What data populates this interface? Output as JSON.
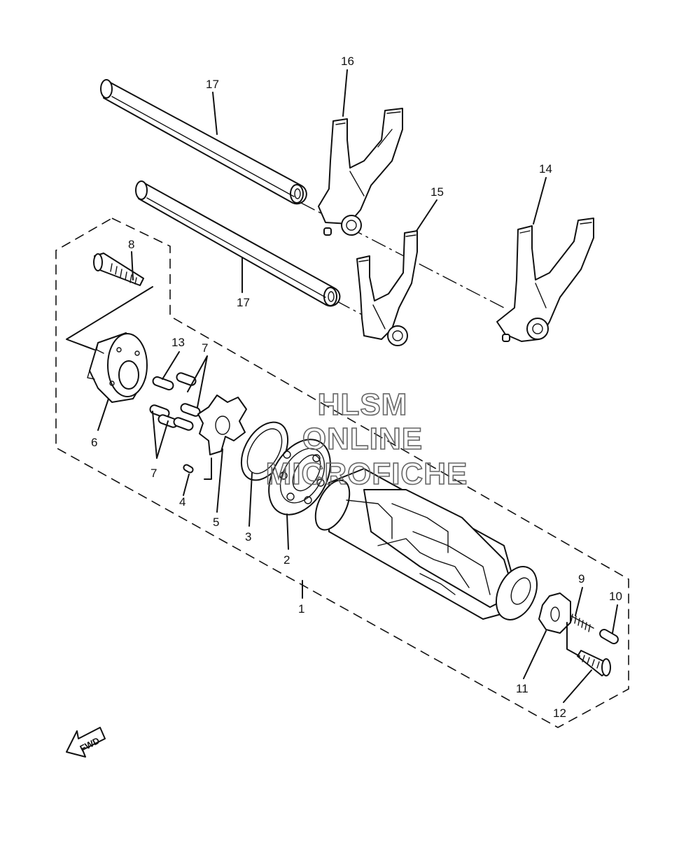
{
  "watermark": {
    "line1": "HLSM",
    "line2": "ONLINE",
    "line3": "MICROFICHE"
  },
  "direction_label": "FWD",
  "callouts": [
    {
      "id": "c1",
      "text": "1"
    },
    {
      "id": "c2",
      "text": "2"
    },
    {
      "id": "c3",
      "text": "3"
    },
    {
      "id": "c4",
      "text": "4"
    },
    {
      "id": "c5",
      "text": "5"
    },
    {
      "id": "c6",
      "text": "6"
    },
    {
      "id": "c7a",
      "text": "7"
    },
    {
      "id": "c7b",
      "text": "7"
    },
    {
      "id": "c8",
      "text": "8"
    },
    {
      "id": "c9",
      "text": "9"
    },
    {
      "id": "c10",
      "text": "10"
    },
    {
      "id": "c11",
      "text": "11"
    },
    {
      "id": "c12",
      "text": "12"
    },
    {
      "id": "c13",
      "text": "13"
    },
    {
      "id": "c14",
      "text": "14"
    },
    {
      "id": "c15",
      "text": "15"
    },
    {
      "id": "c16",
      "text": "16"
    },
    {
      "id": "c17a",
      "text": "17"
    },
    {
      "id": "c17b",
      "text": "17"
    }
  ]
}
